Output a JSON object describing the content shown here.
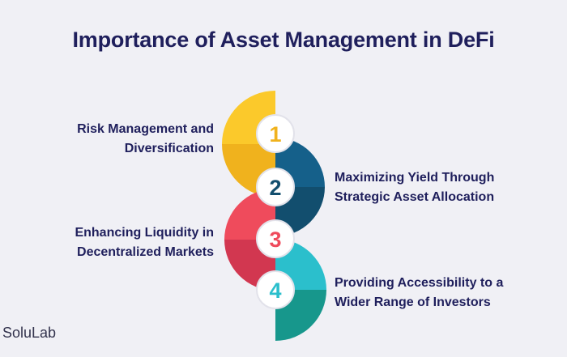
{
  "title": "Importance of Asset Management in DeFi",
  "steps": [
    {
      "number": "1",
      "label": "Risk Management and Diversification",
      "color_light": "#fbc92b",
      "color_dark": "#f0b21d"
    },
    {
      "number": "2",
      "label": "Maximizing Yield Through Strategic Asset Allocation",
      "color_light": "#15608a",
      "color_dark": "#124e6e"
    },
    {
      "number": "3",
      "label": "Enhancing Liquidity in Decentralized Markets",
      "color_light": "#ef4b5c",
      "color_dark": "#d23750"
    },
    {
      "number": "4",
      "label": "Providing Accessibility to a Wider Range of Investors",
      "color_light": "#2bbfcc",
      "color_dark": "#17978c"
    }
  ],
  "brand": "SoluLab"
}
